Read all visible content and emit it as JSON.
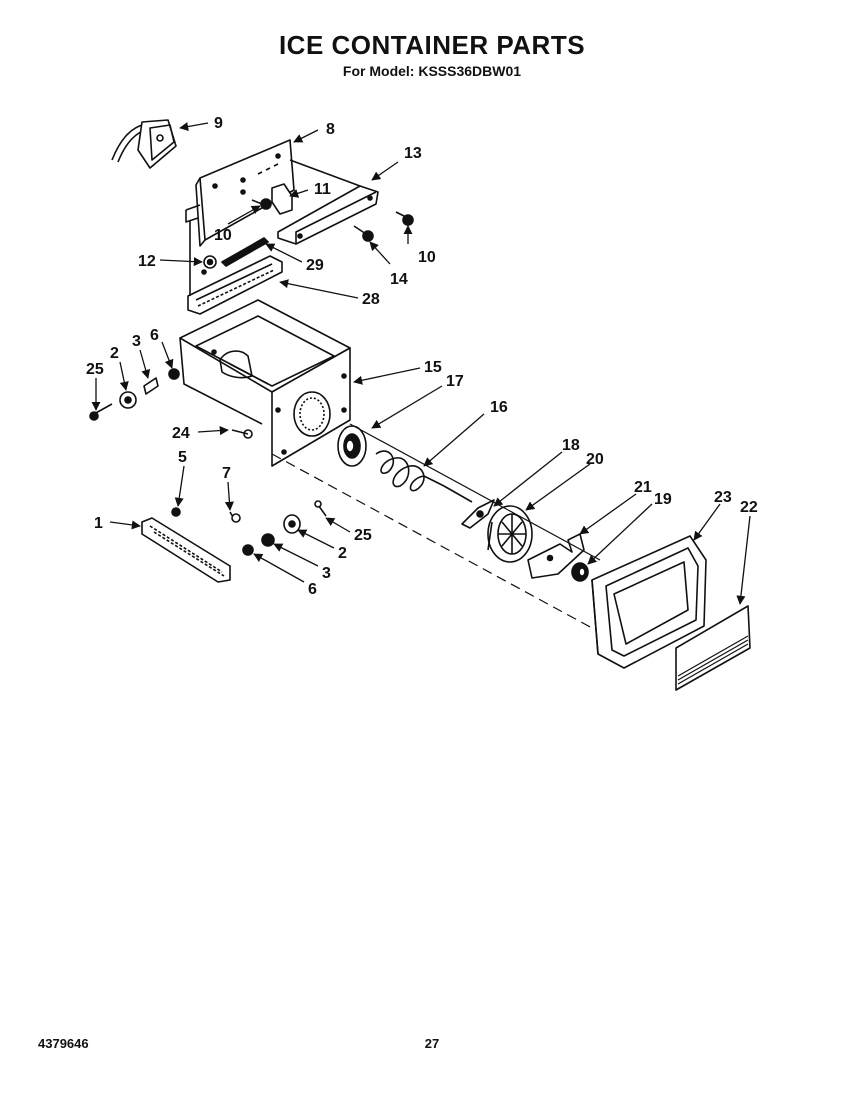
{
  "title": "ICE CONTAINER PARTS",
  "subtitle": "For Model: KSSS36DBW01",
  "footer": {
    "left": "4379646",
    "center": "27"
  },
  "callouts": {
    "c9": "9",
    "c8": "8",
    "c13": "13",
    "c11": "11",
    "c10a": "10",
    "c10b": "10",
    "c14": "14",
    "c12": "12",
    "c29": "29",
    "c28": "28",
    "c15": "15",
    "c17": "17",
    "c16": "16",
    "c6a": "6",
    "c3a": "3",
    "c2a": "2",
    "c25a": "25",
    "c24": "24",
    "c5": "5",
    "c7": "7",
    "c1": "1",
    "c25b": "25",
    "c2b": "2",
    "c3b": "3",
    "c6b": "6",
    "c18": "18",
    "c20": "20",
    "c21": "21",
    "c19": "19",
    "c23": "23",
    "c22": "22"
  }
}
